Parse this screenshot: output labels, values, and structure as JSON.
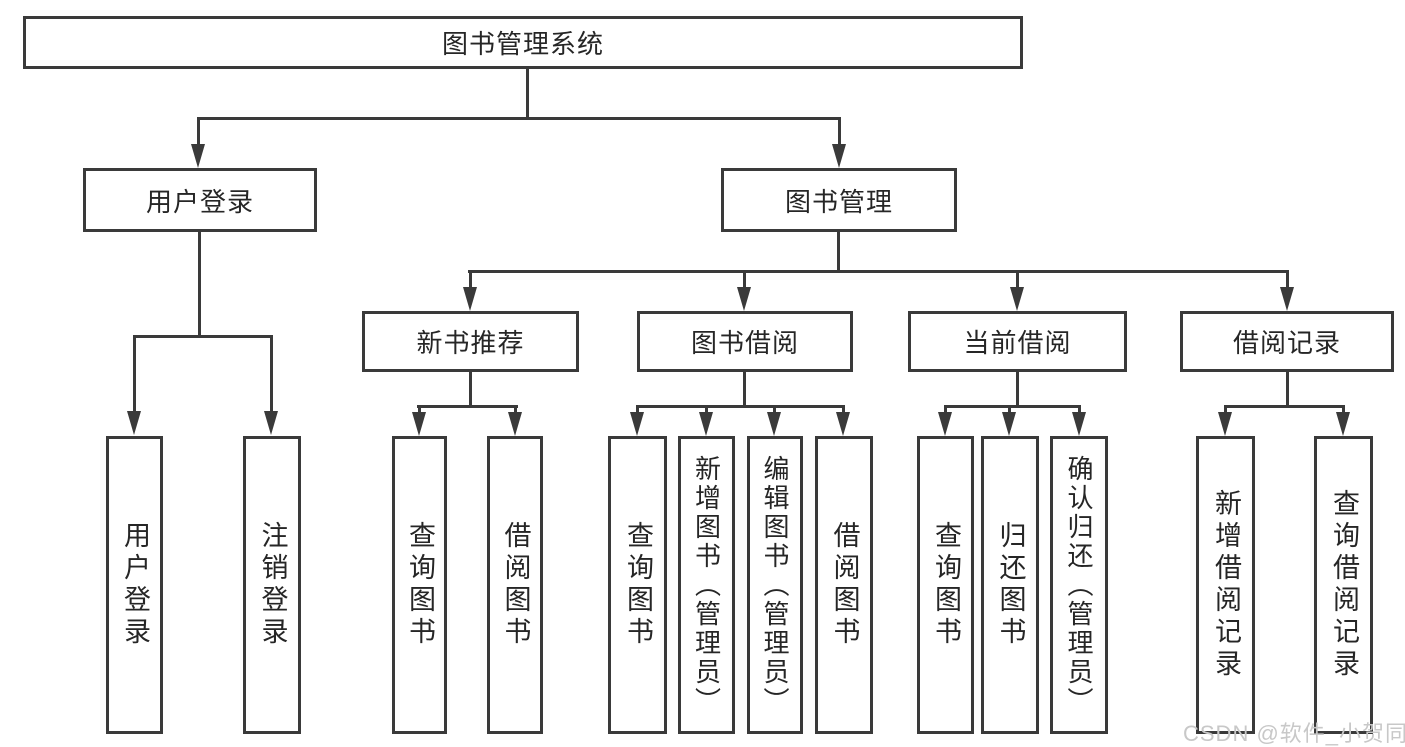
{
  "diagram": {
    "type": "hierarchy-tree",
    "label": "图书管理系统",
    "children": [
      {
        "label": "用户登录",
        "children": [
          {
            "label": "用户登录"
          },
          {
            "label": "注销登录"
          }
        ]
      },
      {
        "label": "图书管理",
        "children": [
          {
            "label": "新书推荐",
            "children": [
              {
                "label": "查询图书"
              },
              {
                "label": "借阅图书"
              }
            ]
          },
          {
            "label": "图书借阅",
            "children": [
              {
                "label": "查询图书"
              },
              {
                "label": "新增图书（管理员）"
              },
              {
                "label": "编辑图书（管理员）"
              },
              {
                "label": "借阅图书"
              }
            ]
          },
          {
            "label": "当前借阅",
            "children": [
              {
                "label": "查询图书"
              },
              {
                "label": "归还图书"
              },
              {
                "label": "确认归还（管理员）"
              }
            ]
          },
          {
            "label": "借阅记录",
            "children": [
              {
                "label": "新增借阅记录"
              },
              {
                "label": "查询借阅记录"
              }
            ]
          }
        ]
      }
    ]
  },
  "watermark": "CSDN @软件_小贺同学",
  "colors": {
    "line": "#3a3a3a",
    "text": "#262626",
    "background": "#ffffff",
    "watermark": "#c8c8c8"
  }
}
